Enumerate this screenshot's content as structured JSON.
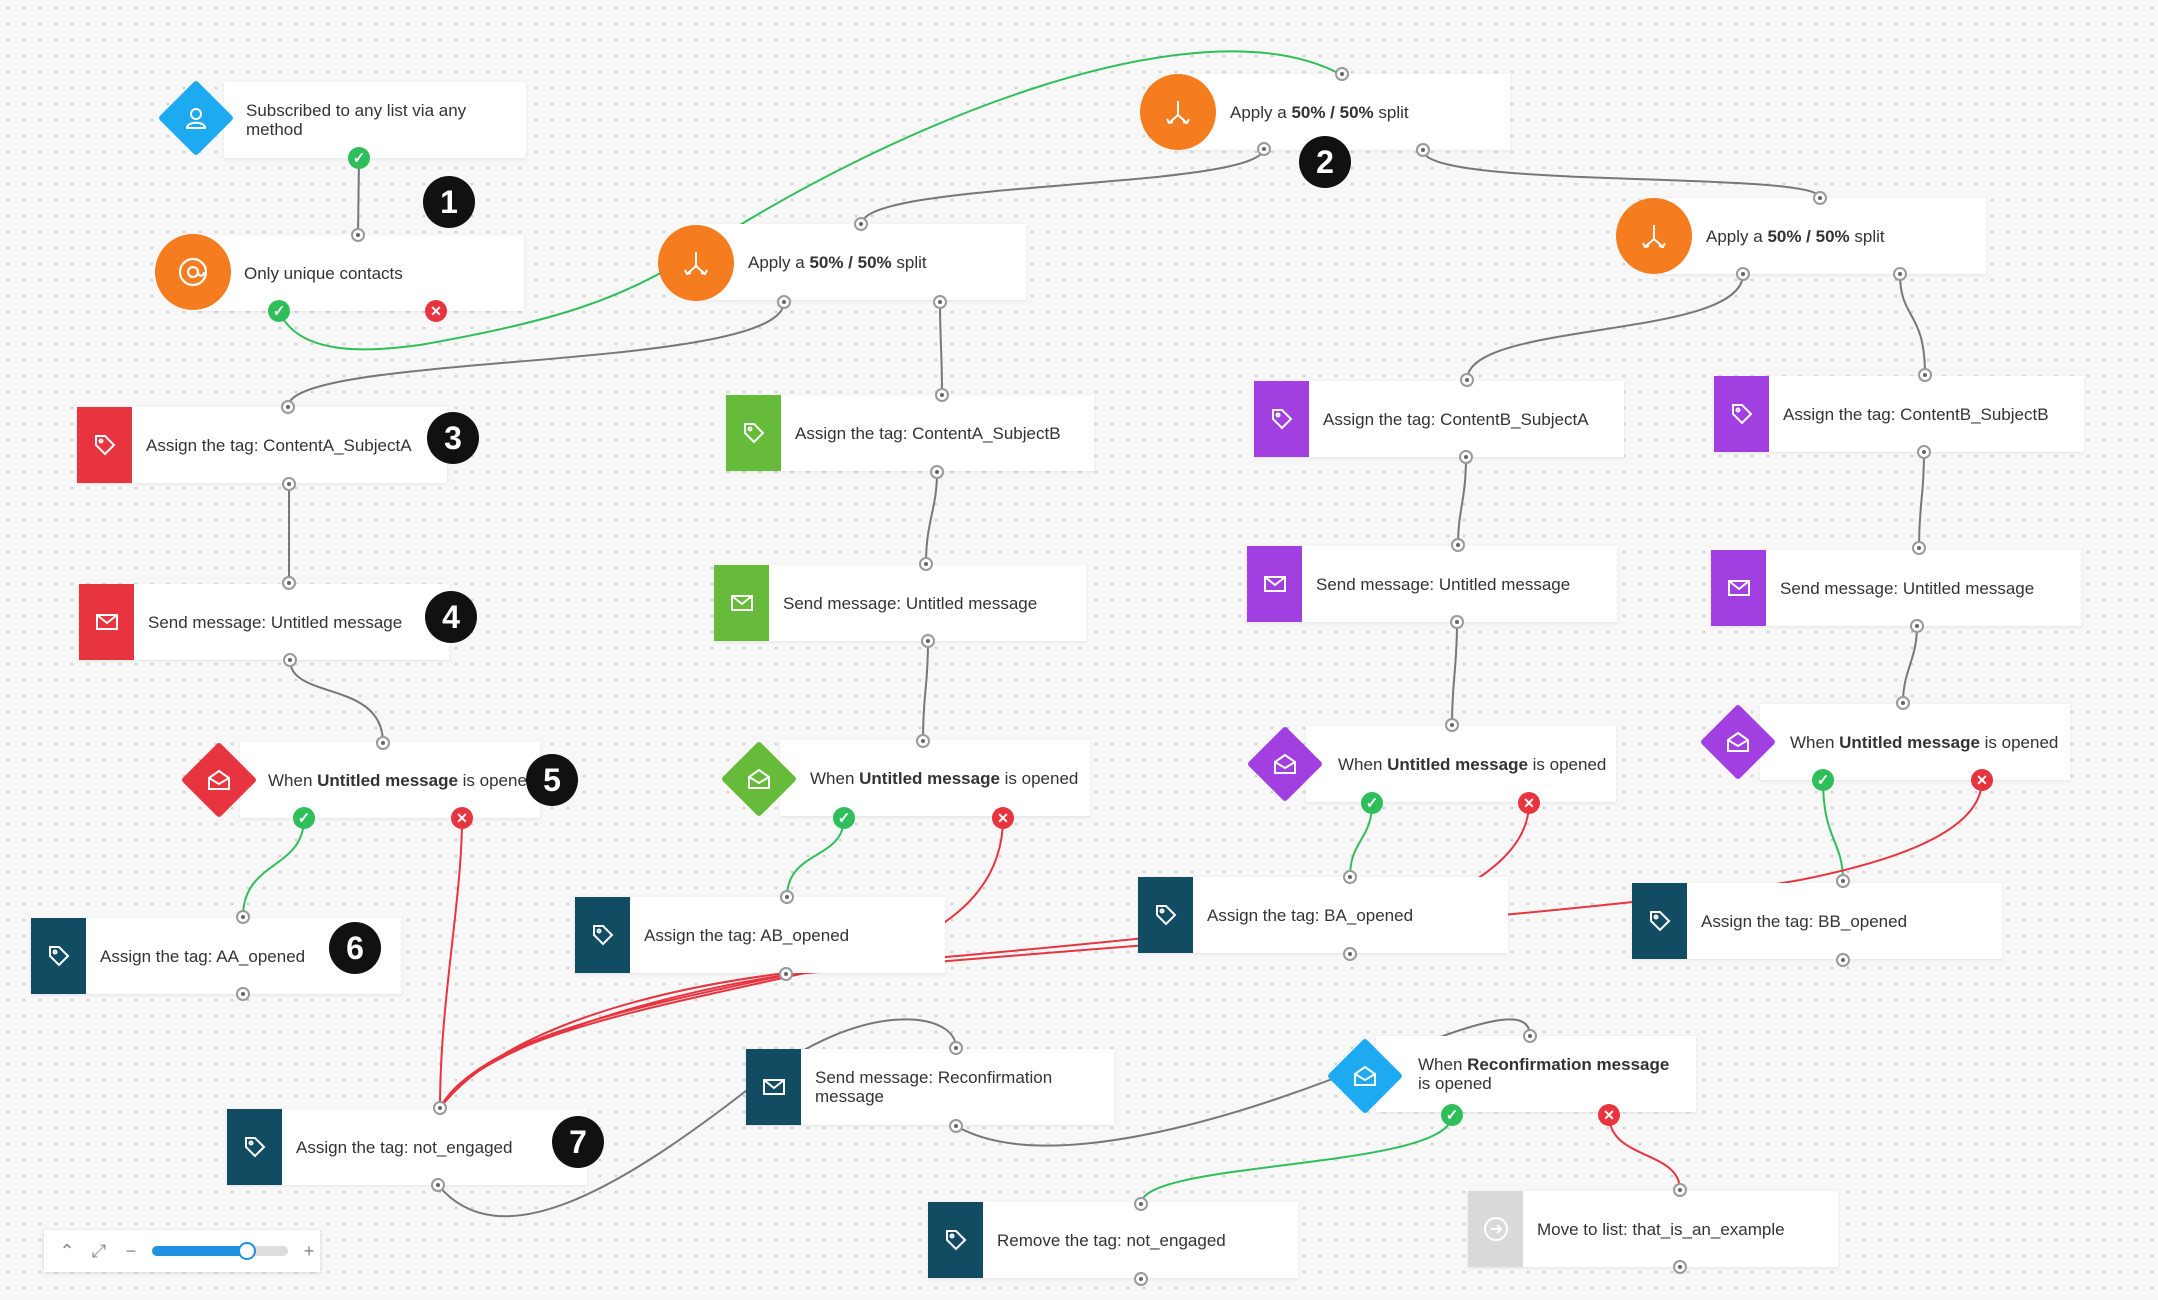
{
  "colors": {
    "trigger_blue": "#1eaaf1",
    "orange": "#f57c1f",
    "red": "#e8343f",
    "green": "#66bb3a",
    "purple": "#a23fe0",
    "navy": "#124c63",
    "gray": "#d9d9d9",
    "wire": "#777777",
    "wire_yes": "#2ebf5b",
    "wire_no": "#e8343f"
  },
  "nodes": {
    "subscribed": "Subscribed to any list via any method",
    "unique": "Only unique contacts",
    "split_top_pre": "Apply a ",
    "split_top_bold": "50% / 50%",
    "split_top_post": " split",
    "split_left_pre": "Apply a ",
    "split_left_bold": "50% / 50%",
    "split_left_post": " split",
    "split_right_pre": "Apply a ",
    "split_right_bold": "50% / 50%",
    "split_right_post": " split",
    "tag_aa": "Assign the tag: ContentA_SubjectA",
    "tag_ab": "Assign the tag: ContentA_SubjectB",
    "tag_ba": "Assign the tag: ContentB_SubjectA",
    "tag_bb": "Assign the tag: ContentB_SubjectB",
    "msg_aa": "Send message: Untitled message",
    "msg_ab": "Send message: Untitled message",
    "msg_ba": "Send message: Untitled message",
    "msg_bb": "Send message: Untitled message",
    "open_pre": "When ",
    "open_bold": "Untitled message",
    "open_post": " is opened",
    "aa_opened": "Assign the tag: AA_opened",
    "ab_opened": "Assign the tag: AB_opened",
    "ba_opened": "Assign the tag: BA_opened",
    "bb_opened": "Assign the tag: BB_opened",
    "not_engaged": "Assign the tag: not_engaged",
    "reconfirm_msg": "Send message: Reconfirmation message",
    "reconfirm_open_pre": "When ",
    "reconfirm_open_bold": "Reconfirmation message",
    "reconfirm_open_post": " is opened",
    "remove_tag": "Remove the tag: not_engaged",
    "move_list": "Move to list: that_is_an_example"
  },
  "badges": [
    "1",
    "2",
    "3",
    "4",
    "5",
    "6",
    "7"
  ],
  "icons": {
    "trigger": "person-icon",
    "unique": "at-sign-icon",
    "split": "split-arrows-icon",
    "tag": "tag-icon",
    "message": "envelope-icon",
    "opened": "open-envelope-icon",
    "move": "arrow-right-circle-icon"
  },
  "zoom": {
    "level": 0.7
  }
}
